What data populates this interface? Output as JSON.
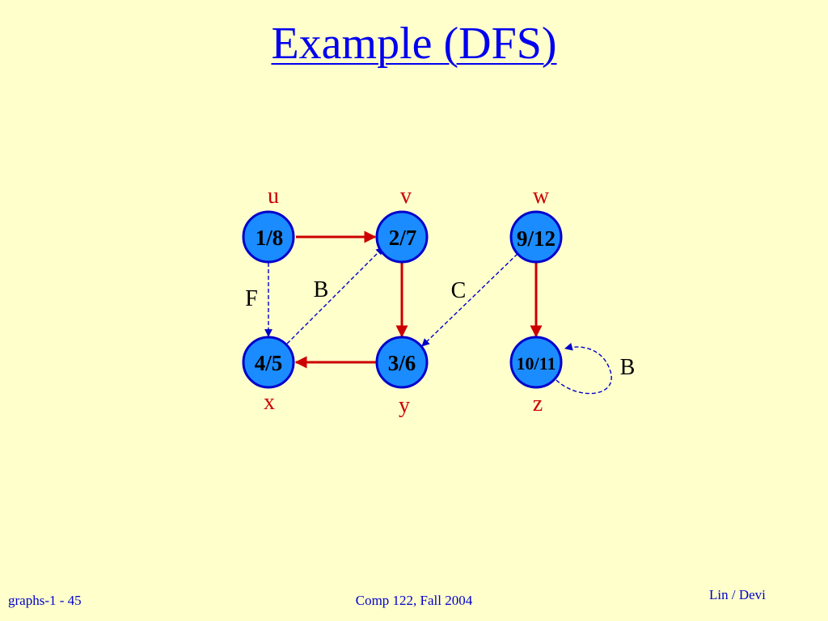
{
  "slide": {
    "title": "Example (DFS)",
    "footer_left": "graphs-1 - 45",
    "footer_center": "Comp 122, Fall 2004",
    "footer_right": "Lin / Devi"
  },
  "nodes": {
    "u": {
      "name": "u",
      "times": "1/8"
    },
    "v": {
      "name": "v",
      "times": "2/7"
    },
    "w": {
      "name": "w",
      "times": "9/12"
    },
    "x": {
      "name": "x",
      "times": "4/5"
    },
    "y": {
      "name": "y",
      "times": "3/6"
    },
    "z": {
      "name": "z",
      "times": "10/11"
    }
  },
  "edge_labels": {
    "forward": "F",
    "back_xv": "B",
    "cross": "C",
    "back_self": "B"
  },
  "colors": {
    "background": "#ffffcc",
    "node_fill": "#1a8cff",
    "tree_edge": "#cc0000",
    "nontree_edge": "#0000cc"
  }
}
